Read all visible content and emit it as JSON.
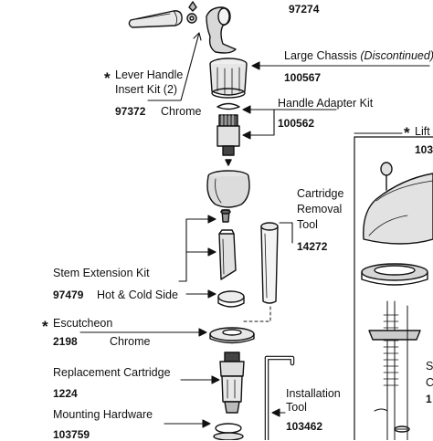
{
  "labels": {
    "top_number": "97274",
    "large_chassis": "Large Chassis",
    "large_chassis_note": "(Discontinued)",
    "large_chassis_num": "100567",
    "lever_line1": "Lever Handle",
    "lever_line2": "Insert Kit (2)",
    "lever_num": "97372",
    "lever_finish": "Chrome",
    "adapter": "Handle Adapter Kit",
    "adapter_num": "100562",
    "lift": "Lift",
    "lift_num": "103",
    "cartridge_tool_1": "Cartridge",
    "cartridge_tool_2": "Removal",
    "cartridge_tool_3": "Tool",
    "cartridge_tool_num": "14272",
    "stem_ext": "Stem Extension Kit",
    "stem_num": "97479",
    "stem_side": "Hot & Cold Side",
    "escutcheon": "Escutcheon",
    "escutcheon_num": "2198",
    "escutcheon_finish": "Chrome",
    "replacement": "Replacement Cartridge",
    "replacement_num": "1224",
    "install_1": "Installation",
    "install_2": "Tool",
    "install_num": "103462",
    "mounting": "Mounting Hardware",
    "mounting_num": "103759",
    "right_s": "S",
    "right_c": "C",
    "right_num": "1"
  },
  "asterisk": "*"
}
